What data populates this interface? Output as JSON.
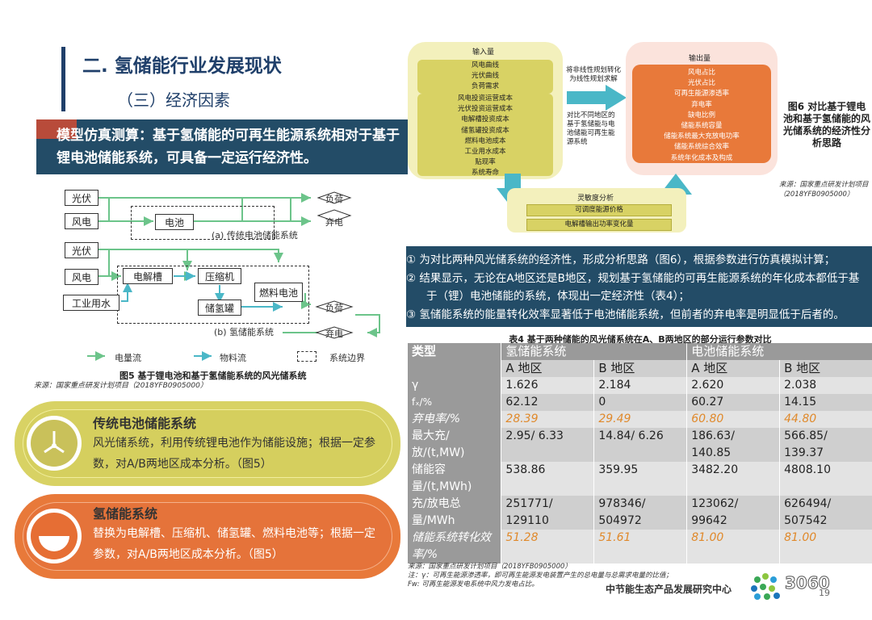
{
  "section_title": "二. 氢储能行业发展现状",
  "subsection_title": "（三）经济因素",
  "banner_text": "模型仿真测算：基于氢储能的可再生能源系统相对于基于锂电池储能系统，可具备一定运行经济性。",
  "fig5": {
    "nodes": {
      "pv1": "光伏",
      "wind1": "风电",
      "battery": "电池",
      "load1": "负荷",
      "curtail1": "弃电",
      "pv2": "光伏",
      "wind2": "风电",
      "electrolyzer": "电解槽",
      "compressor": "压缩机",
      "fuelcell": "燃料电池",
      "tank": "储氢罐",
      "water": "工业用水",
      "load2": "负荷",
      "curtail2": "弃电"
    },
    "label_a": "(a)  传统电池储能系统",
    "label_b": "(b)  氢储能系统",
    "legend": [
      "电量流",
      "物料流",
      "系统边界"
    ],
    "caption": "图5  基于锂电池和基于氢储能系统的风光储系统",
    "source": "来源：国家重点研发计划项目（2018YFB0905000）"
  },
  "card_battery": {
    "title": "传统电池储能系统",
    "body": "风光储系统，利用传统锂电池作为储能设施；根据一定参数，对A/B两地区成本分析。（图5）"
  },
  "card_hydrogen": {
    "title": "氢储能系统",
    "body": "替换为电解槽、压缩机、储氢罐、燃料电池等；根据一定参数，对A/B两地区成本分析。（图5）"
  },
  "fig6": {
    "input_title": "输入量",
    "inputs_a": [
      "风电曲线",
      "光伏曲线",
      "负荷需求"
    ],
    "inputs_b": [
      "风电投资运营成本",
      "光伏投资运营成本",
      "电解槽投资成本",
      "储氢罐投资成本",
      "燃料电池成本",
      "工业用水成本",
      "贴现率",
      "系统寿命"
    ],
    "arrow_text_1": "将非线性规划转化为线性规划求解",
    "arrow_text_2": "对比不同地区的基于氢储能与电池储能可再生能源系统",
    "output_title": "输出量",
    "outputs": [
      "风电占比",
      "光伏占比",
      "可再生能源渗透率",
      "弃电率",
      "缺电比例",
      "储能系统容量",
      "储能系统最大充放电功率",
      "储能系统综合效率",
      "系统年化成本及构成"
    ],
    "sens_title": "灵敏度分析",
    "sens_items": [
      "可调度能源价格",
      "电解槽输出功率变化量"
    ],
    "caption": "图6  对比基于锂电池和基于氢储能的风光储系统的经济性分析思路",
    "source": "来源：国家重点研发计划项目（2018YFB0905000）"
  },
  "points": [
    "①  为对比两种风光储系统的经济性，形成分析思路（图6），根据参数进行仿真模拟计算；",
    "②  结果显示，无论在A地区还是B地区，规划基于氢储能的可再生能源系统的年化成本都低于基",
    "于（锂）电池储能的系统，体现出一定经济性（表4）；",
    "③  氢储能系统的能量转化效率显著低于电池储能系统，但前者的弃电率是明显低于后者的。"
  ],
  "table4": {
    "title": "表4  基于两种储能的风光储系统在A、B两地区的部分运行参数对比",
    "col_type": "类型",
    "group_h2": "氢储能系统",
    "group_bat": "电池储能系统",
    "regions": [
      "A 地区",
      "B 地区",
      "A 地区",
      "B 地区"
    ],
    "rows": [
      {
        "label": "γ",
        "values": [
          "1.626",
          "2.184",
          "2.620",
          "2.038"
        ],
        "italic": false
      },
      {
        "label": "fₓ/%",
        "values": [
          "62.12",
          "0",
          "60.27",
          "14.15"
        ],
        "italic": false
      },
      {
        "label": "弃电率/%",
        "values": [
          "28.39",
          "29.49",
          "60.80",
          "44.80"
        ],
        "italic": true
      },
      {
        "label": "最大充/放/(t,MW)",
        "values": [
          "2.95/ 6.33",
          "14.84/ 6.26",
          "186.63/ 140.85",
          "566.85/ 139.37"
        ],
        "italic": false
      },
      {
        "label": "储能容量/(t,MWh)",
        "values": [
          "538.86",
          "359.95",
          "3482.20",
          "4808.10"
        ],
        "italic": false
      },
      {
        "label": "充/放电总量/MWh",
        "values": [
          "251771/ 129110",
          "978346/ 504972",
          "123062/ 99642",
          "626494/ 507542"
        ],
        "italic": false
      },
      {
        "label": "储能系统转化效率/%",
        "values": [
          "51.28",
          "51.61",
          "81.00",
          "81.00"
        ],
        "italic": true
      }
    ],
    "source": "来源：国家重点研发计划项目（2018YFB0905000）",
    "note1": "注：γ：可再生能源渗透率，即可再生能源发电装置产生的总电量与总需求电量的比值；",
    "note2": "Fw: 可再生能源发电系统中风力发电占比。"
  },
  "footer_org": "中节能生态产品发展研究中心",
  "footer_logo_text": "3060",
  "page_number": "19",
  "colors": {
    "navy": "#234c67",
    "accent_red": "#b84b3a",
    "yellow": "#d8d264",
    "orange": "#e8793a",
    "green_line": "#6cc48a",
    "cyan_arrow": "#4ab7c7"
  }
}
